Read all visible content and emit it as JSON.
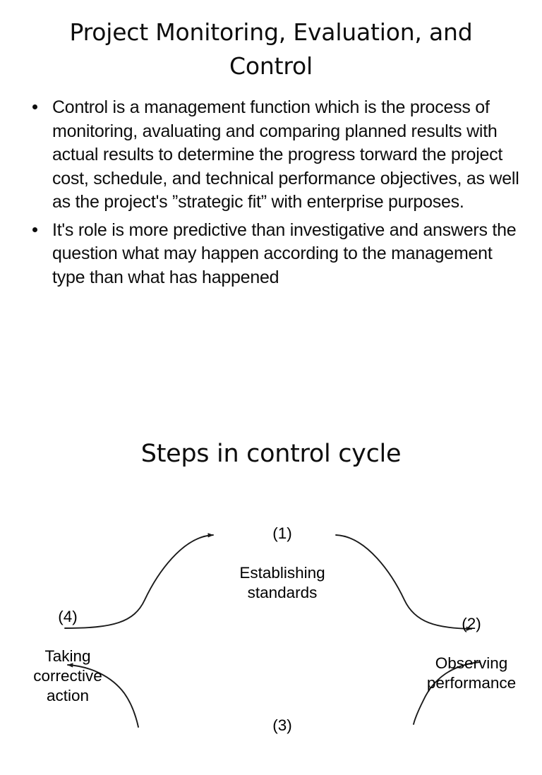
{
  "slide": {
    "title": "Project Monitoring, Evaluation, and Control",
    "background_color": "#ffffff",
    "text_color": "#0d0d0d"
  },
  "body": {
    "bullets": [
      {
        "marker": "•",
        "text": "Control is a management function which is the process of monitoring, avaluating and comparing planned results with actual results to determine the progress torward the project cost, schedule, and technical performance objectives, as well as the project's ”strategic fit” with enterprise purposes."
      },
      {
        "marker": "•",
        "text": "It's role is more predictive than investigative and answers the question what may happen according to the management type than what has happened"
      }
    ]
  },
  "section": {
    "heading": "Steps in control cycle"
  },
  "cycle": {
    "title": "Steps in control cycle",
    "direction": "clockwise",
    "steps": [
      {
        "number": "(1)",
        "label": "Establishing\nstandards",
        "position": "top"
      },
      {
        "number": "(2)",
        "label": "Observing\nperformance",
        "position": "right"
      },
      {
        "number": "(3)",
        "label": "",
        "position": "bottom",
        "note": "cut off at bottom edge of slide"
      },
      {
        "number": "(4)",
        "label": "Taking\ncorrective\naction",
        "position": "left"
      }
    ],
    "arrow_color": "#1a1a1a",
    "arrow_count": 4
  }
}
